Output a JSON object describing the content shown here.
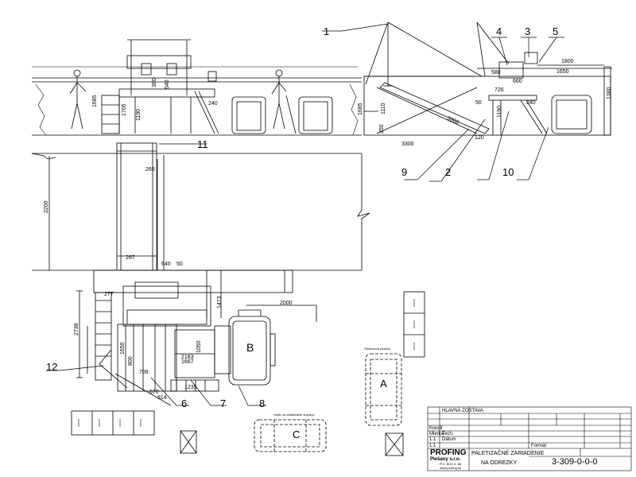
{
  "callouts": {
    "c1": "1",
    "c2": "2",
    "c3": "3",
    "c4": "4",
    "c5": "5",
    "c6": "6",
    "c7": "7",
    "c8": "8",
    "c9": "9",
    "c10": "10",
    "c11": "11",
    "c12": "12"
  },
  "zones": {
    "a": "A",
    "b": "B",
    "c": "C"
  },
  "dimensions": {
    "d1685a": "1685",
    "d1190a": "1190",
    "d1705": "1705",
    "d380": "380",
    "d540": "540",
    "d240a": "240",
    "d580": "580",
    "d660": "660",
    "d1800": "1800",
    "d1650a": "1650",
    "d726": "726",
    "d50a": "50",
    "d1685b": "1685",
    "d1110": "1110",
    "d250": "250",
    "d3368": "3368",
    "d120": "120",
    "d3300": "3300",
    "d1190b": "1190",
    "d240b": "240",
    "d1380": "1380",
    "d260": "260",
    "d2200": "2200",
    "d267": "267",
    "d640": "640",
    "d50b": "50",
    "d2000": "2000",
    "d277": "277",
    "d2738": "2738",
    "d1650b": "1650",
    "d800": "800",
    "d1050": "1050",
    "d1667": "1667",
    "d2183": "2183",
    "d708": "708",
    "d1235": "1235",
    "d1473": "1473",
    "d670": "670",
    "d814": "814"
  },
  "labels": {
    "zone_a_note": "Obsluhova plosina",
    "zone_c_note": "Vozik na odoberanie supravy"
  },
  "title_block": {
    "assembly_name": "HLAVNÁ ZOSTAVA",
    "company": "PROFING",
    "company_sub": "Plešany s.r.o.",
    "company_addr": "P.O. BOX 5, 88",
    "company_web": "www.profing.sk",
    "drawing_title_1": "PALETIZAČNÉ ZARIADENIE",
    "drawing_title_2": "NA ODREZKY",
    "drawing_number": "3-309-0-0-0",
    "scale1": "1:1",
    "scale2": "1:1",
    "hdr_kreslil": "Kreslil",
    "hdr_tech": "Tech.",
    "hdr_datum": "Dátum",
    "hdr_mierka": "Mierka",
    "hdr_format": "Formát"
  }
}
